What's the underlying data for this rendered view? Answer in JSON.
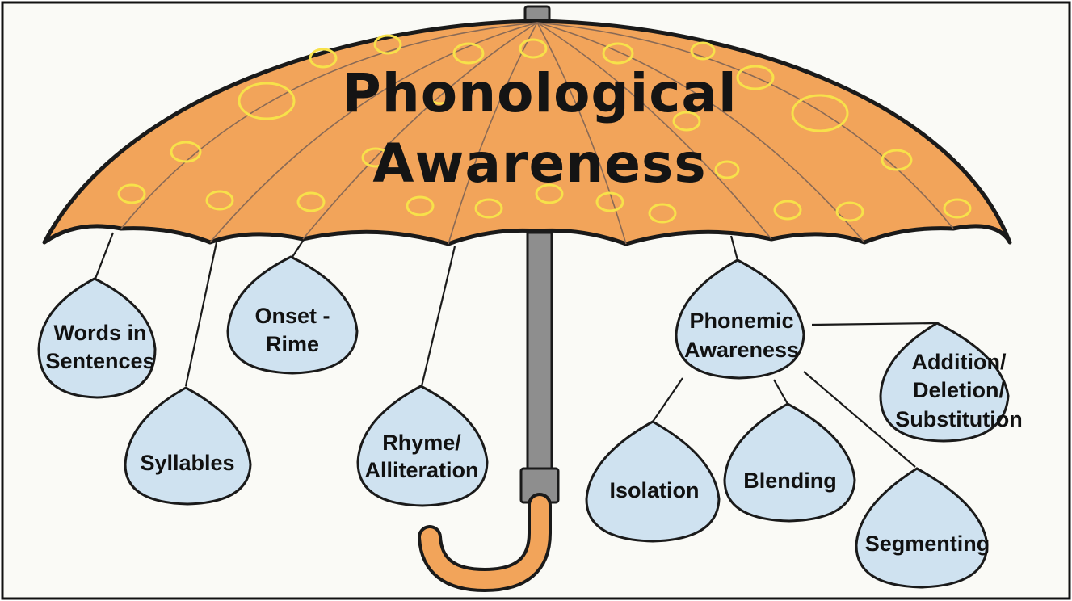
{
  "title": {
    "line1": "Phonological",
    "line2": "Awareness"
  },
  "drops": {
    "words": {
      "line1": "Words in",
      "line2": "Sentences"
    },
    "syllables": {
      "line1": "Syllables"
    },
    "onset": {
      "line1": "Onset -",
      "line2": "Rime"
    },
    "rhyme": {
      "line1": "Rhyme/",
      "line2": "Alliteration"
    },
    "phonemic": {
      "line1": "Phonemic",
      "line2": "Awareness"
    },
    "addition": {
      "line1": "Addition/",
      "line2": "Deletion/",
      "line3": "Substitution"
    },
    "isolation": {
      "line1": "Isolation"
    },
    "blending": {
      "line1": "Blending"
    },
    "segmenting": {
      "line1": "Segmenting"
    }
  },
  "colors": {
    "canopy": "#f2a45a",
    "dots": "#f7e14a",
    "drops": "#cfe2f0",
    "shaft": "#8e8e8e"
  }
}
